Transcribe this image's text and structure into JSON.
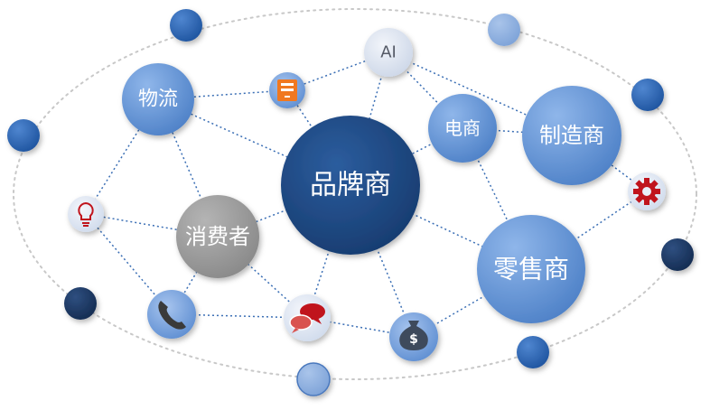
{
  "nodes": {
    "center": {
      "label": "品牌商"
    },
    "retailer": {
      "label": "零售商"
    },
    "manufacturer": {
      "label": "制造商"
    },
    "ecommerce": {
      "label": "电商"
    },
    "logistics": {
      "label": "物流"
    },
    "consumer": {
      "label": "消费者"
    },
    "ai": {
      "label": "AI"
    }
  },
  "icons": [
    "tablet-icon",
    "gear-icon",
    "lightbulb-icon",
    "phone-icon",
    "chat-bubbles-icon",
    "money-bag-icon"
  ],
  "colors": {
    "center": "#1f4a85",
    "light_blue": "#6a9ad9",
    "gray": "#9a9a9a",
    "ai": "#dfe6f2",
    "edge": "#3b6fb5",
    "orbit": "#c8c8c8",
    "orange": "#f07820",
    "red": "#c0141c"
  }
}
